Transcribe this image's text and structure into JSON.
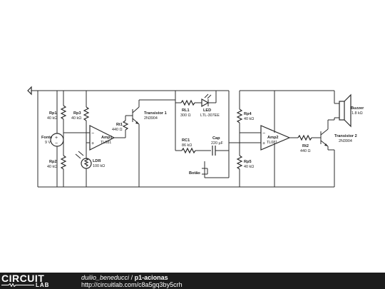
{
  "footer": {
    "logo_word1": "CIRCUIT",
    "logo_word2": "LAB",
    "author": "duilio_beneducci",
    "separator": " / ",
    "project": "p1-acionas",
    "url": "http://circuitlab.com/c8a5gq3by5crh"
  },
  "components": {
    "source": {
      "name": "Fonte",
      "value": "9 V"
    },
    "rp1": {
      "name": "Rp1",
      "value": "40 kΩ"
    },
    "rp2": {
      "name": "Rp2",
      "value": "40 kΩ"
    },
    "rp3": {
      "name": "Rp3",
      "value": "40 kΩ"
    },
    "ldr": {
      "name": "LDR",
      "value": "100 kΩ"
    },
    "amp1": {
      "name": "Amp1",
      "value": "TL081"
    },
    "rt1": {
      "name": "Rt1",
      "value": "440 Ω"
    },
    "t1": {
      "name": "Transistor 1",
      "value": "2N3904"
    },
    "rl1": {
      "name": "RL1",
      "value": "300 Ω"
    },
    "led": {
      "name": "LED",
      "value": "LTL-307EE"
    },
    "rc1": {
      "name": "RC1",
      "value": "86 kΩ"
    },
    "cap": {
      "name": "Cap",
      "value": "220 µF"
    },
    "botao": {
      "name": "Botão"
    },
    "rp4": {
      "name": "Rp4",
      "value": "40 kΩ"
    },
    "rp5": {
      "name": "Rp5",
      "value": "40 kΩ"
    },
    "amp2": {
      "name": "Amp2",
      "value": "TL081"
    },
    "rt2": {
      "name": "Rt2",
      "value": "440 Ω"
    },
    "t2": {
      "name": "Transistor 2",
      "value": "2N3904"
    },
    "buzzer": {
      "name": "Buzzer",
      "value": "1.8 kΩ"
    }
  },
  "symbols": {
    "plus": "+",
    "minus": "−"
  }
}
